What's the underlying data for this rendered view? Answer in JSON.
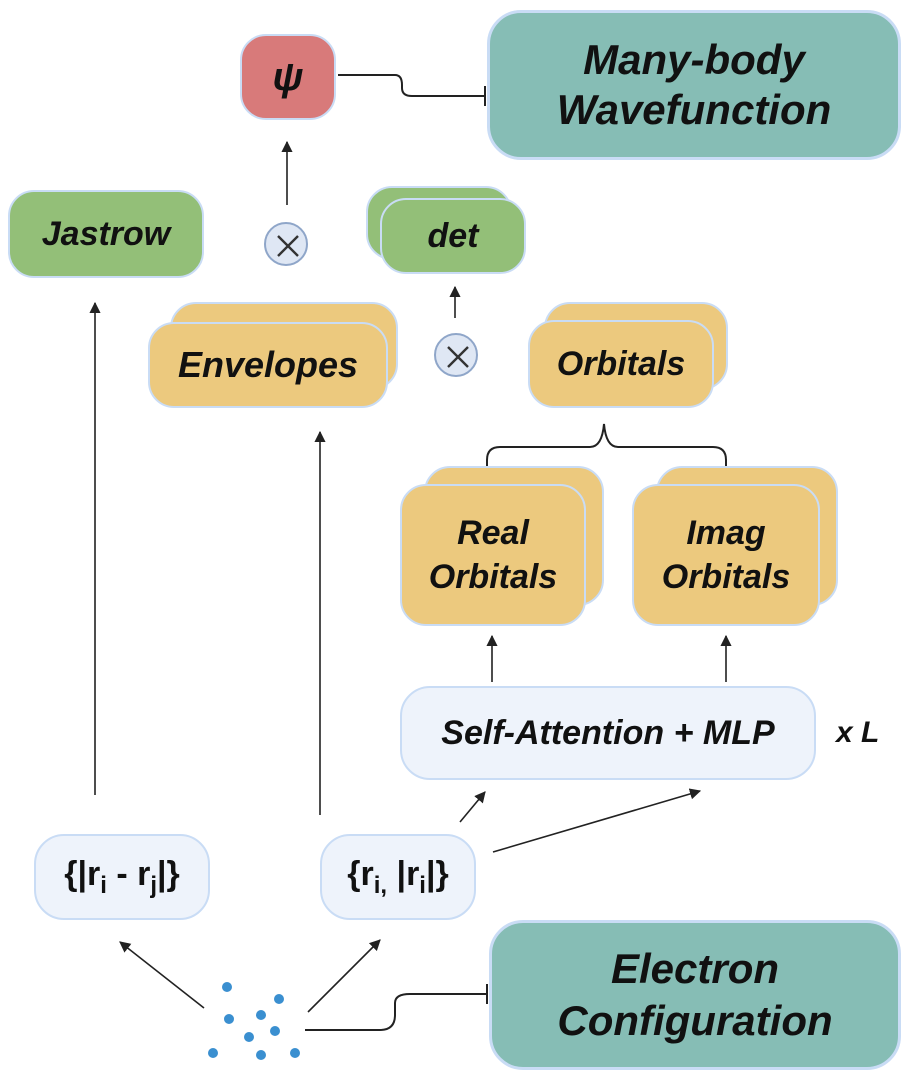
{
  "boxes": {
    "psi": "ψ",
    "many_body_line1": "Many-body",
    "many_body_line2": "Wavefunction",
    "jastrow": "Jastrow",
    "det": "det",
    "envelopes": "Envelopes",
    "orbitals": "Orbitals",
    "real_line1": "Real",
    "real_line2": "Orbitals",
    "imag_line1": "Imag",
    "imag_line2": "Orbitals",
    "self_attention": "Self-Attention + MLP",
    "repeat": "x L",
    "pair_features": {
      "open": "{|",
      "r1": "r",
      "s1": "i",
      "minus": " - ",
      "r2": "r",
      "s2": "j",
      "close": "|}"
    },
    "single_features": {
      "open": "{",
      "r1": "r",
      "s1": "i,",
      "mid": " |",
      "r2": "r",
      "s2": "i",
      "close": "|}"
    },
    "electron_line1": "Electron",
    "electron_line2": "Configuration"
  },
  "colors": {
    "green": "#93bf78",
    "yellow": "#ecc97e",
    "teal": "#86bdb5",
    "red": "#d87a7a",
    "light": "#eef3fb",
    "electron_dot": "#3a8fd0"
  }
}
